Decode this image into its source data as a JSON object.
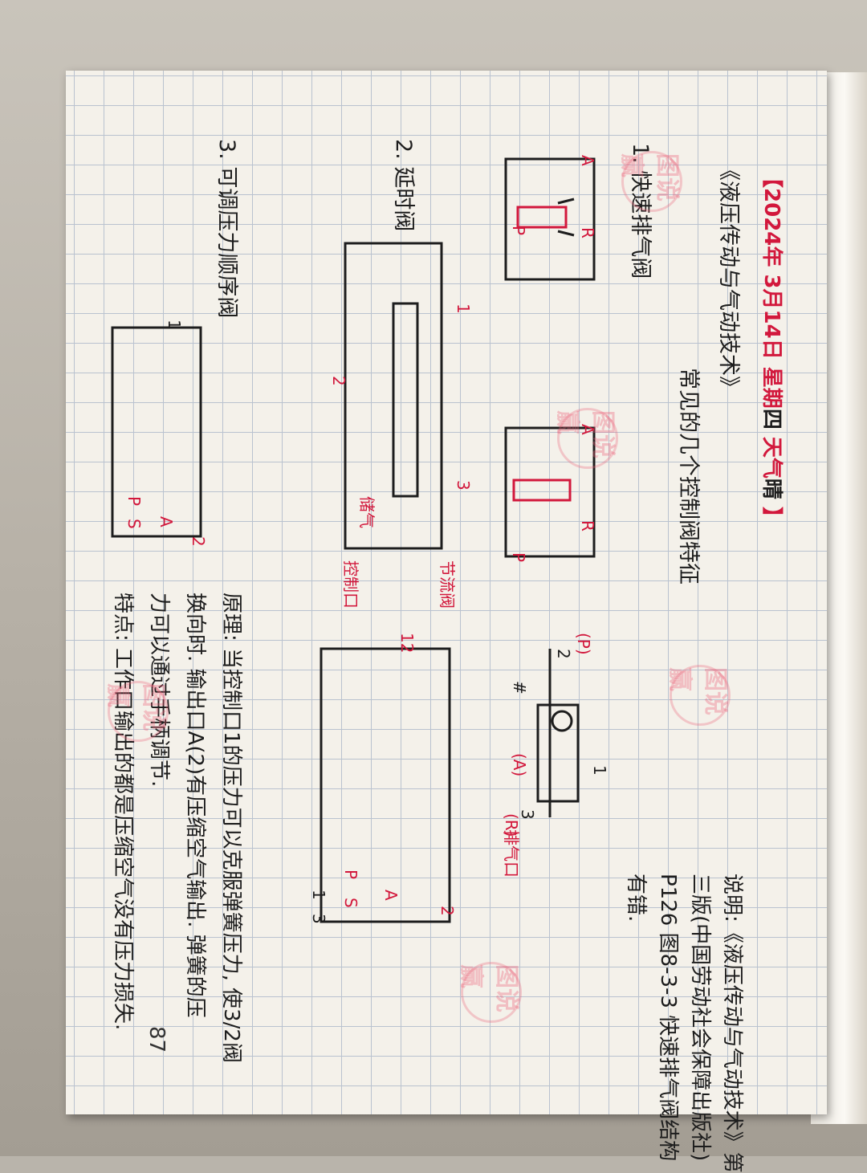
{
  "header": {
    "date_open": "【",
    "year": "2024年",
    "month": "3月",
    "day": "14日",
    "weekday_label": "星期",
    "weekday": "四",
    "weather_label": "天气",
    "weather": "晴",
    "date_close": "】"
  },
  "title": "《液压传动与气动技术》",
  "subtitle": "常见的几个控制阀特征",
  "sections": [
    {
      "number": "1.",
      "label": "快速排气阀"
    },
    {
      "number": "2.",
      "label": "延时阀"
    },
    {
      "number": "3.",
      "label": "可调压力顺序阀"
    }
  ],
  "valve1_labels": {
    "A": "A",
    "P": "P",
    "R": "R"
  },
  "valve2_labels": {
    "A": "A",
    "P": "P",
    "R": "R"
  },
  "delay_valve_labels": {
    "port1": "1",
    "port2": "2",
    "port3": "3",
    "storage": "储气",
    "throttle": "节流阀",
    "control": "控制口"
  },
  "symbol_labels": {
    "p2": "(P)",
    "n2": "2",
    "n1": "1",
    "a1": "(A)",
    "r3": "(R)",
    "n3": "3",
    "exhaust": "排气口",
    "muffler": "#"
  },
  "seq_symbol_labels": {
    "n12": "12",
    "n1": "1",
    "n3": "3",
    "P": "P",
    "S": "S",
    "A": "A",
    "n2": "2"
  },
  "seq_valve_labels": {
    "n1": "1",
    "P": "P",
    "S": "S",
    "A": "A",
    "n2": "2"
  },
  "note": {
    "lines": [
      "说明:《液压传动与气动技术》第",
      "三版(中国劳动社会保障出版社)",
      "P126 图8-3-3 快速排气阀结构",
      "有错."
    ]
  },
  "principle": {
    "lines": [
      "原理: 当控制口1的压力可以克服弹簧压力, 使3/2阀",
      "换向时. 输出口A(2)有压缩空气输出. 弹簧的压",
      "力可以通过手柄调节.",
      "特点: 工作口输出的都是压缩空气没有压力损失."
    ]
  },
  "page_number": "87",
  "watermark": "图说赢"
}
